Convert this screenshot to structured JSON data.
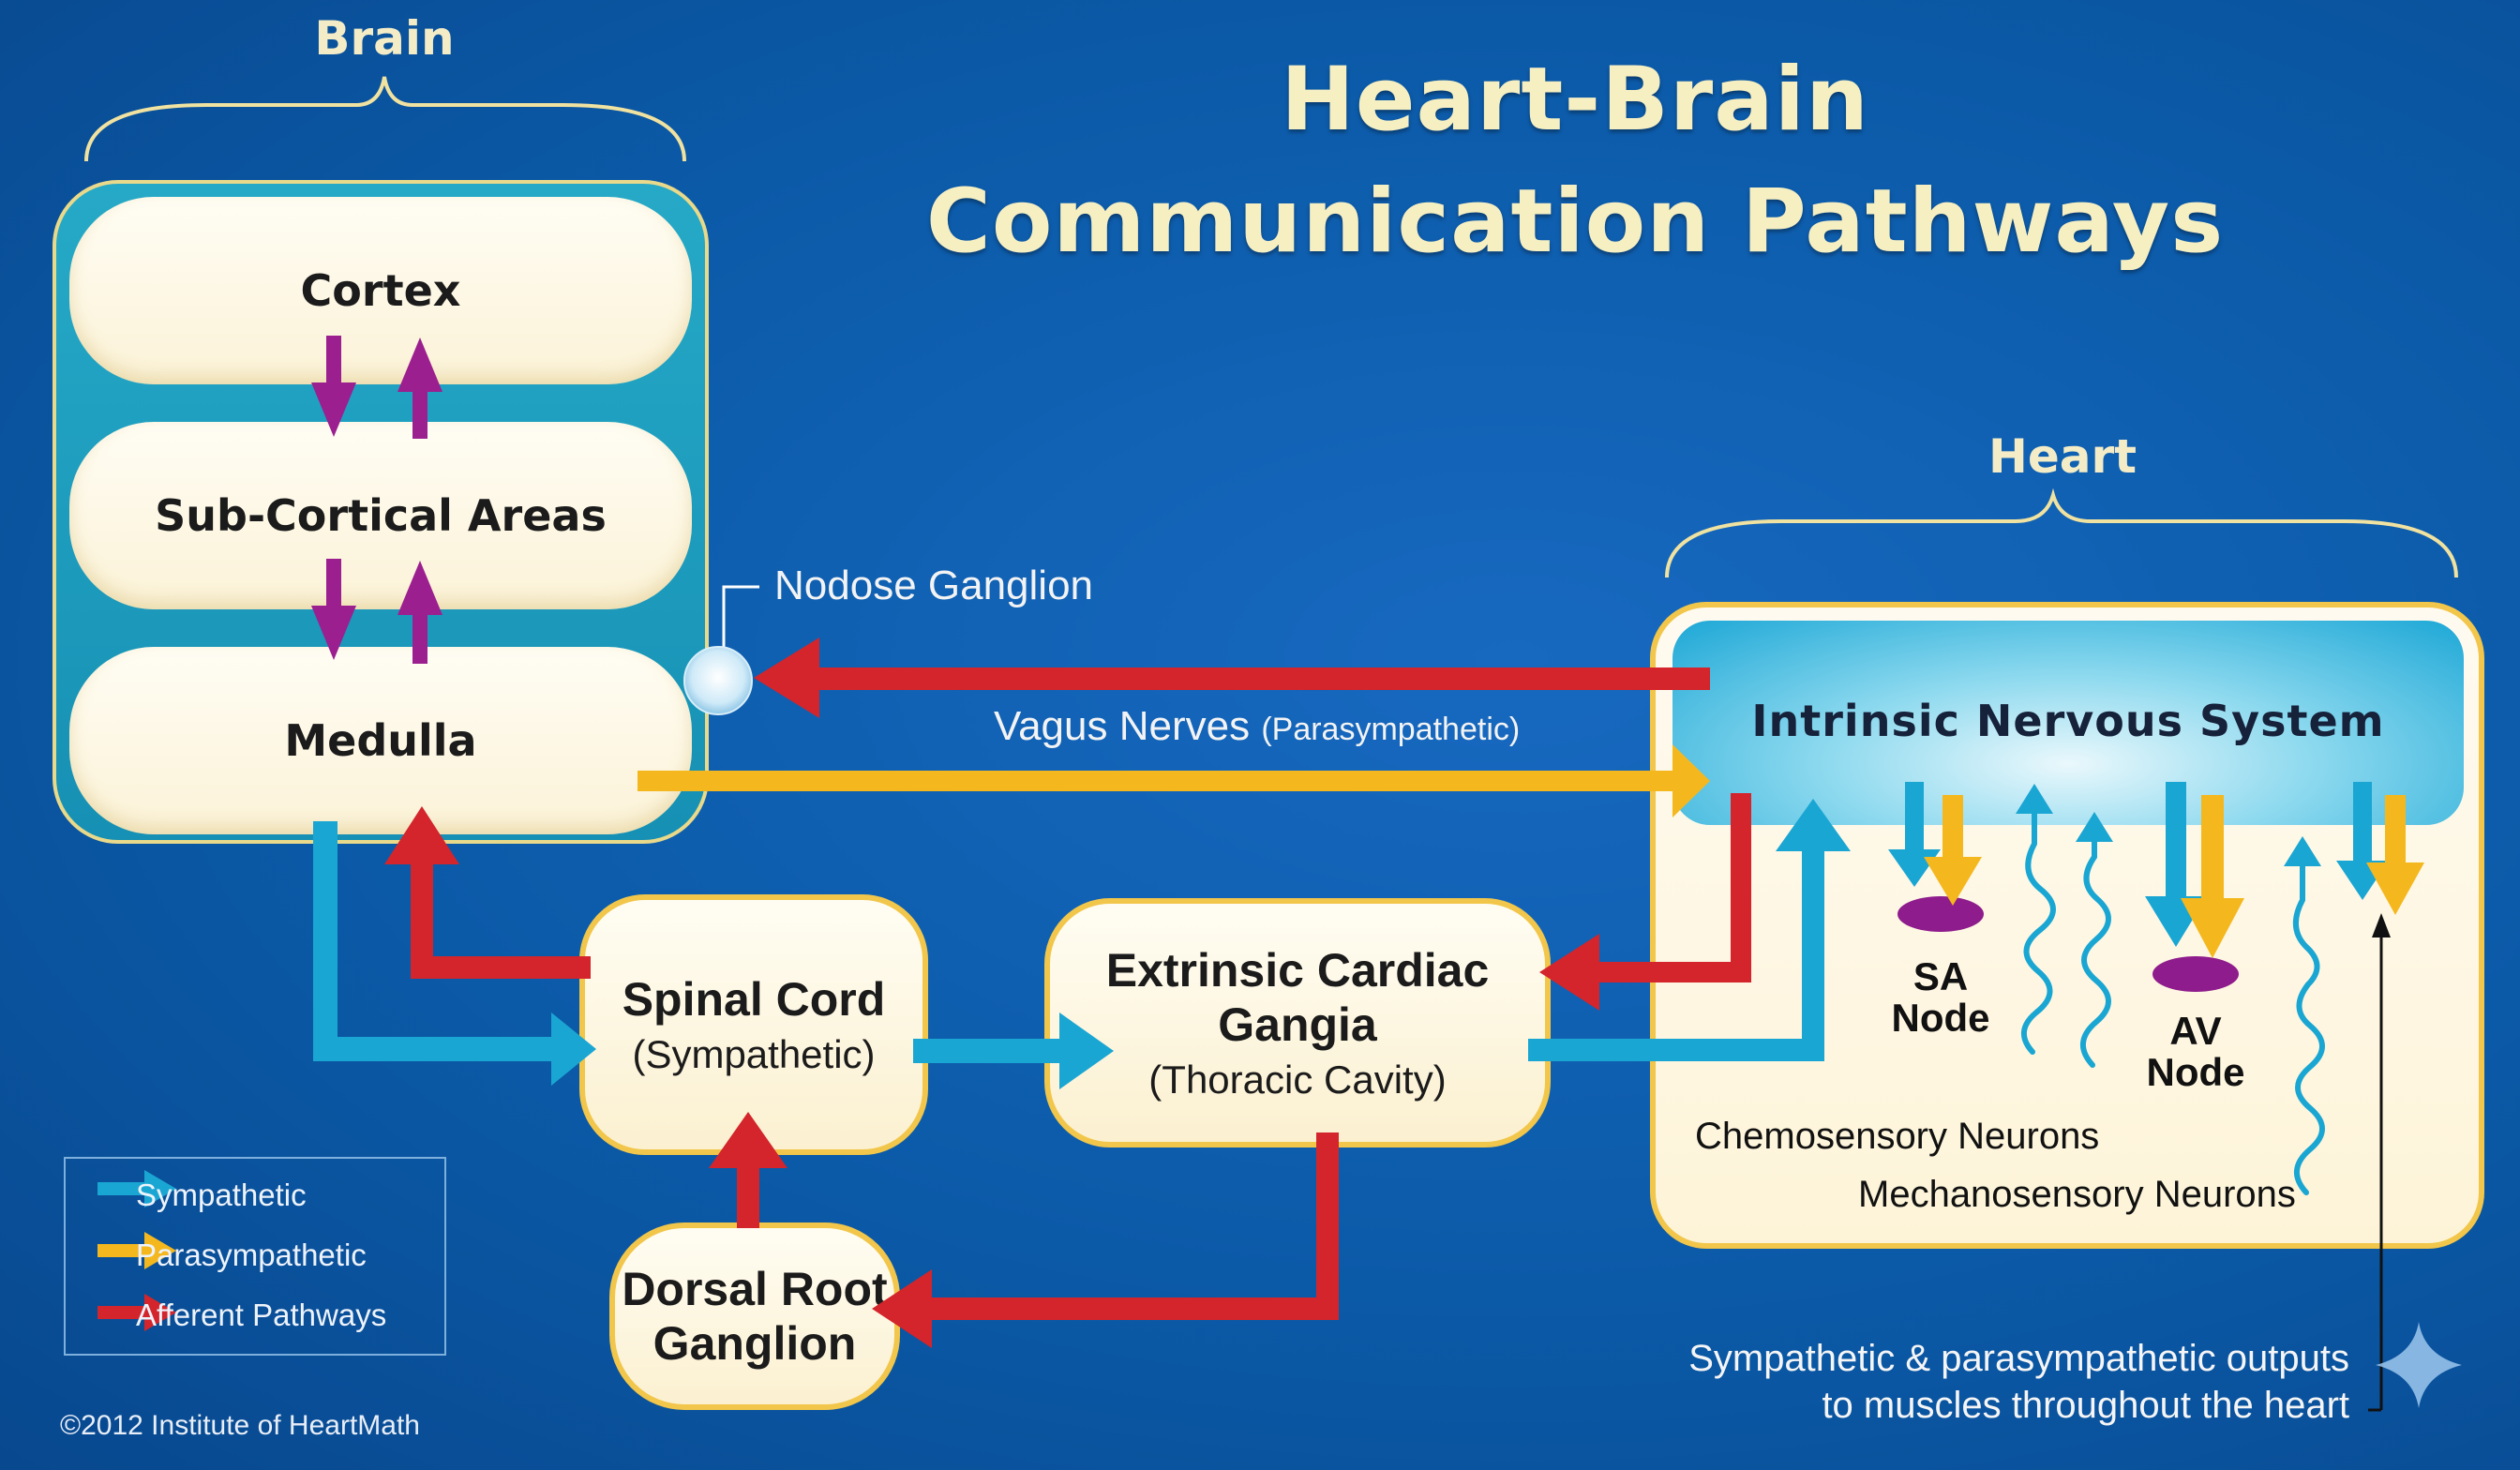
{
  "title": {
    "line1": "Heart-Brain",
    "line2": "Communication Pathways"
  },
  "brain": {
    "label": "Brain",
    "regions": {
      "cortex": "Cortex",
      "subcortical": "Sub-Cortical Areas",
      "medulla": "Medulla"
    }
  },
  "heart": {
    "label": "Heart",
    "intrinsic": "Intrinsic Nervous System",
    "sa_node": "SA\nNode",
    "av_node": "AV\nNode",
    "chemosensory": "Chemosensory Neurons",
    "mechanosensory": "Mechanosensory Neurons"
  },
  "nodes": {
    "spinal_cord": {
      "main": "Spinal Cord",
      "sub": "(Sympathetic)"
    },
    "extrinsic": {
      "main": "Extrinsic Cardiac Gangia",
      "sub": "(Thoracic Cavity)"
    },
    "dorsal_root": {
      "main": "Dorsal Root",
      "main2": "Ganglion"
    }
  },
  "labels": {
    "nodose": "Nodose Ganglion",
    "vagus": "Vagus Nerves",
    "vagus_sub": "(Parasympathetic)"
  },
  "legend": [
    {
      "label": "Sympathetic",
      "color": "#1aa6d3"
    },
    {
      "label": "Parasympathetic",
      "color": "#f4b81e"
    },
    {
      "label": "Afferent Pathways",
      "color": "#d3252b"
    }
  ],
  "footnote": {
    "line1": "Sympathetic & parasympathetic outputs",
    "line2": "to muscles throughout the heart"
  },
  "copyright": "©2012 Institute of HeartMath",
  "colors": {
    "sympathetic": "#1aa6d3",
    "parasympathetic": "#f4b81e",
    "afferent": "#d3252b",
    "brain_arrows": "#9b1f8f",
    "background": "#0b5ba8"
  }
}
